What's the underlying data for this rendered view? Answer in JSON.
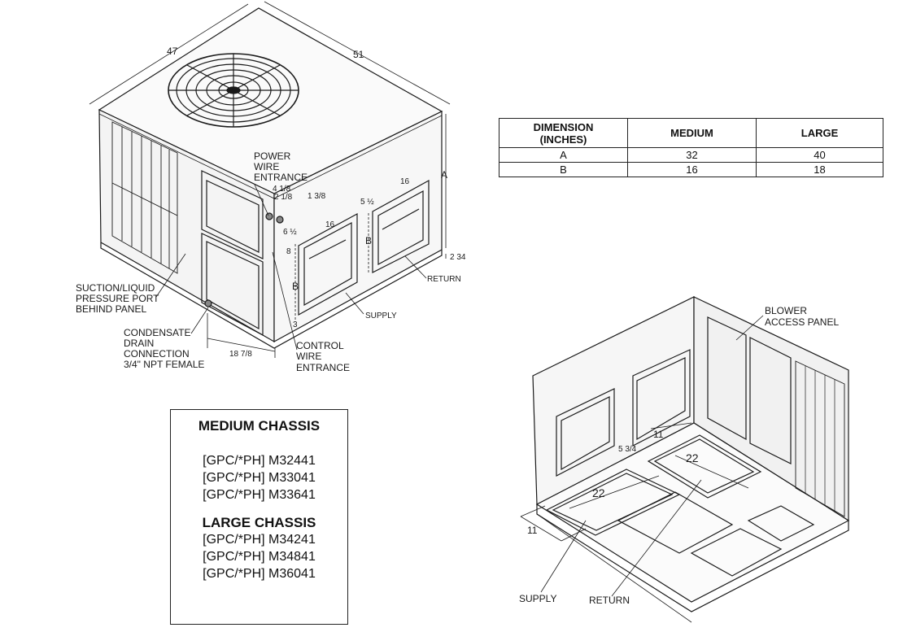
{
  "table": {
    "headers": [
      "DIMENSION\n(INCHES)",
      "MEDIUM",
      "LARGE"
    ],
    "rows": [
      [
        "A",
        "32",
        "40"
      ],
      [
        "B",
        "16",
        "18"
      ]
    ]
  },
  "chassis": {
    "medium_title": "MEDIUM CHASSIS",
    "medium_models": [
      "[GPC/*PH] M32441",
      "[GPC/*PH] M33041",
      "[GPC/*PH] M33641"
    ],
    "large_title": "LARGE CHASSIS",
    "large_models": [
      "[GPC/*PH] M34241",
      "[GPC/*PH] M34841",
      "[GPC/*PH] M36041"
    ]
  },
  "top_view": {
    "dim_width": "47",
    "dim_length": "51",
    "dim_a": "A",
    "dim_b1": "B",
    "dim_b2": "B",
    "dim_16a": "16",
    "dim_16b": "16",
    "dim_4_1_8": "4 1/8",
    "dim_2_1_8": "2 1/8",
    "dim_1_3_8": "1 3/8",
    "dim_5_half": "5 ½",
    "dim_6_half": "6 ½",
    "dim_8": "8",
    "dim_3": "3",
    "dim_2_34": "2 34",
    "dim_18_7_8": "18 7/8",
    "power_wire": [
      "POWER",
      "WIRE",
      "ENTRANCE"
    ],
    "suction": [
      "SUCTION/LIQUID",
      "PRESSURE PORT",
      "BEHIND PANEL"
    ],
    "condensate": [
      "CONDENSATE",
      "DRAIN",
      "CONNECTION",
      "3/4\" NPT FEMALE"
    ],
    "control_wire": [
      "CONTROL",
      "WIRE",
      "ENTRANCE"
    ],
    "supply": "SUPPLY",
    "return": "RETURN"
  },
  "bottom_view": {
    "blower": [
      "BLOWER",
      "ACCESS PANEL"
    ],
    "dim_11a": "11",
    "dim_11b": "11",
    "dim_5_3_4": "5 3/4",
    "dim_22a": "22",
    "dim_22b": "22",
    "supply": "SUPPLY",
    "return": "RETURN"
  }
}
